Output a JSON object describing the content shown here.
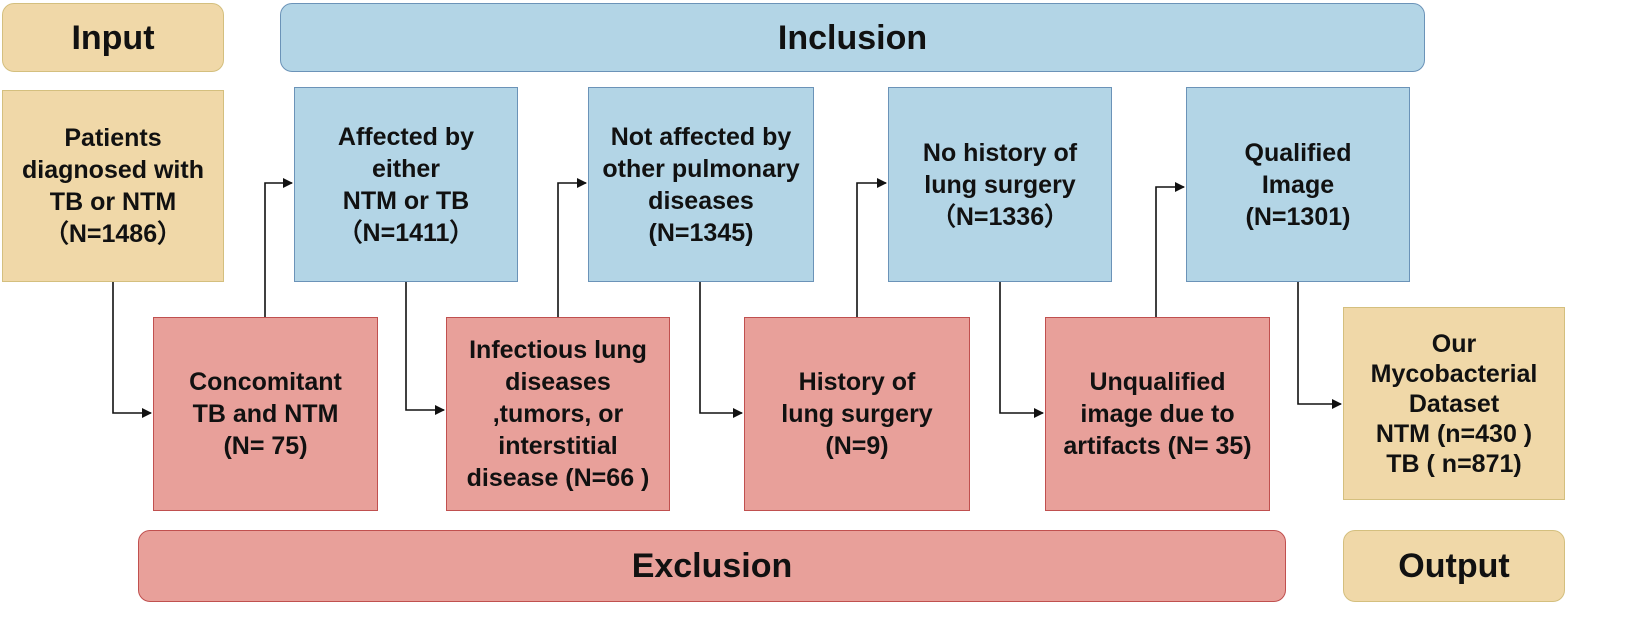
{
  "labels": {
    "input": "Input",
    "inclusion": "Inclusion",
    "exclusion": "Exclusion",
    "output": "Output"
  },
  "input_box": {
    "lines": [
      "Patients",
      "diagnosed with",
      "TB or NTM",
      "（N=1486）"
    ]
  },
  "inclusion_boxes": [
    {
      "lines": [
        "Affected by",
        "either",
        "NTM or TB",
        "（N=1411）"
      ]
    },
    {
      "lines": [
        "Not affected by",
        "other pulmonary",
        "diseases",
        "(N=1345)"
      ]
    },
    {
      "lines": [
        "No history of",
        "lung surgery",
        "（N=1336）"
      ]
    },
    {
      "lines": [
        "Qualified",
        "Image",
        "(N=1301)"
      ]
    }
  ],
  "exclusion_boxes": [
    {
      "lines": [
        "Concomitant",
        "TB and NTM",
        "(N= 75)"
      ]
    },
    {
      "lines": [
        "Infectious lung",
        "diseases",
        ",tumors, or",
        "interstitial",
        "disease (N=66 )"
      ]
    },
    {
      "lines": [
        "History of",
        "lung surgery",
        "(N=9)"
      ]
    },
    {
      "lines": [
        "Unqualified",
        "image due to",
        "artifacts (N= 35)"
      ]
    }
  ],
  "output_box": {
    "lines": [
      "Our",
      "Mycobacterial",
      "Dataset",
      "NTM (n=430 )",
      "TB ( n=871)"
    ]
  },
  "colors": {
    "input_fill": "#f0d8a8",
    "inclusion_fill": "#b3d5e6",
    "exclusion_fill": "#e8a09a",
    "arrow": "#111111"
  }
}
